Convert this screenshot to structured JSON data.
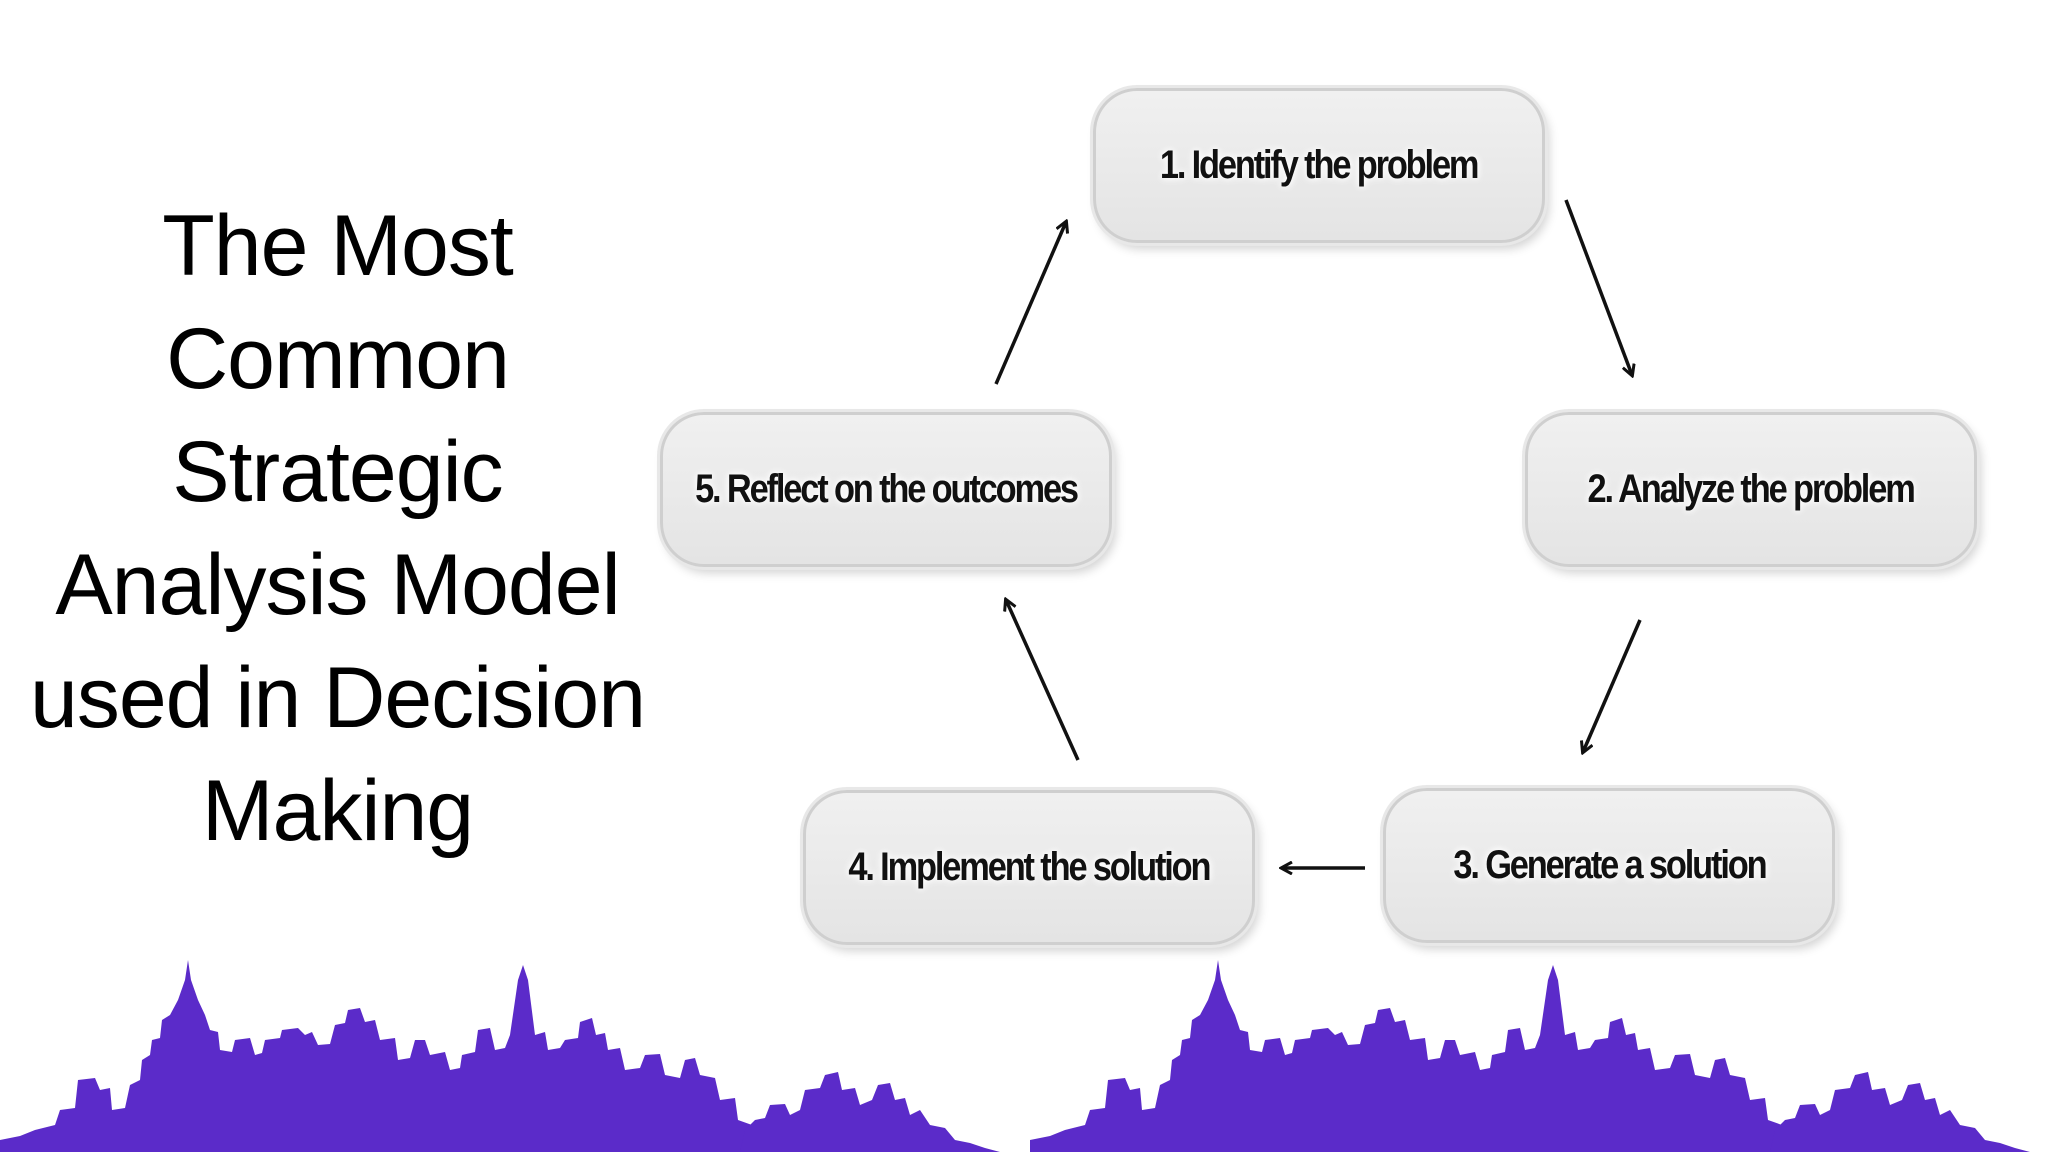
{
  "title": {
    "lines": [
      "The Most",
      "Common",
      "Strategic",
      "Analysis Model",
      "used in Decision",
      "Making"
    ]
  },
  "diagram": {
    "steps": [
      "1. Identify the problem",
      "2. Analyze the problem",
      "3. Generate a solution",
      "4. Implement the solution",
      "5. Reflect on the outcomes"
    ]
  },
  "colors": {
    "skyline": "#5b2bc9",
    "arrow": "#111111",
    "box_fill": "#ebebeb"
  }
}
